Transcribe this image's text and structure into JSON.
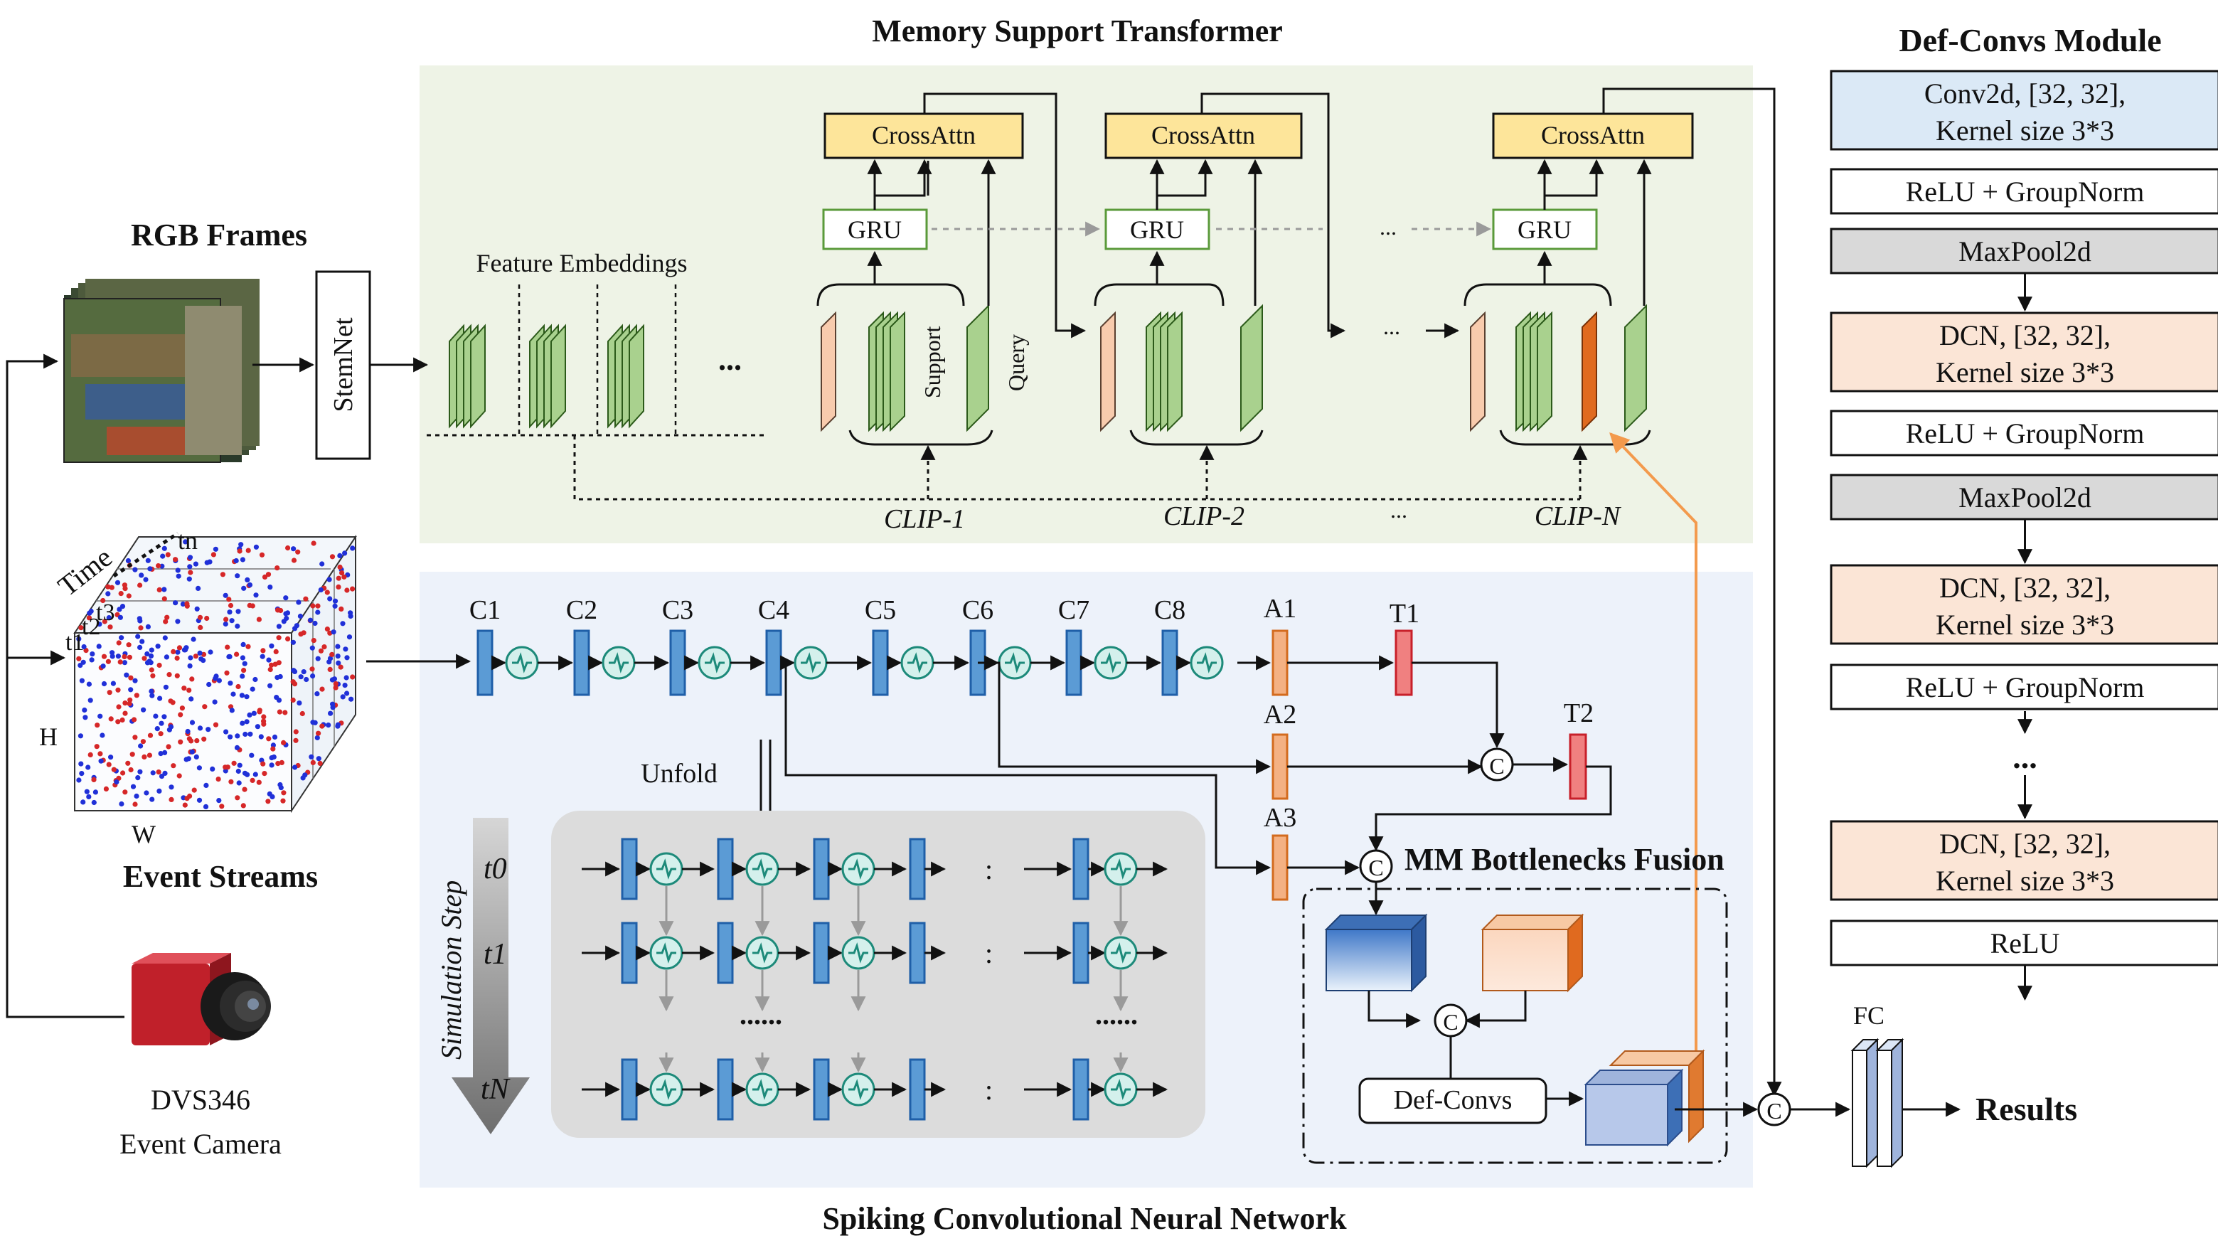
{
  "titles": {
    "mst": "Memory Support Transformer",
    "scnn": "Spiking Convolutional Neural Network",
    "defconvs_module": "Def-Convs Module",
    "mm_fusion": "MM Bottlenecks Fusion"
  },
  "inputs": {
    "rgb": "RGB Frames",
    "stemnet": "StemNet",
    "event_streams": "Event Streams",
    "camera_model": "DVS346",
    "camera_type": "Event Camera",
    "time": "Time",
    "t1": "t1",
    "t2": "t2",
    "t3": "t3",
    "tn": "tn",
    "h": "H",
    "w": "W"
  },
  "mst": {
    "feature_embeddings": "Feature Embeddings",
    "ellipsis": "...",
    "crossattn": "CrossAttn",
    "gru": "GRU",
    "support": "Support",
    "query": "Query",
    "clips": [
      "CLIP-1",
      "CLIP-2",
      "CLIP-N"
    ],
    "dots": "..."
  },
  "scnn": {
    "convs": [
      "C1",
      "C2",
      "C3",
      "C4",
      "C5",
      "C6",
      "C7",
      "C8"
    ],
    "adapters": [
      "A1",
      "A2",
      "A3"
    ],
    "transformers": [
      "T1",
      "T2"
    ],
    "unfold": "Unfold",
    "simulation_step": "Simulation Step",
    "steps": [
      "t0",
      "t1",
      "tN"
    ],
    "colon": ":",
    "dotrow": "......"
  },
  "fusion": {
    "defconvs": "Def-Convs",
    "concat": "C"
  },
  "output": {
    "fc": "FC",
    "results": "Results"
  },
  "defconvs_blocks": [
    {
      "l1": "Conv2d, [32, 32],",
      "l2": "Kernel size 3*3",
      "kind": "conv"
    },
    {
      "l1": "ReLU + GroupNorm",
      "kind": "plain"
    },
    {
      "l1": "MaxPool2d",
      "kind": "pool"
    },
    {
      "l1": "DCN, [32, 32],",
      "l2": "Kernel size 3*3",
      "kind": "dcn"
    },
    {
      "l1": "ReLU + GroupNorm",
      "kind": "plain"
    },
    {
      "l1": "MaxPool2d",
      "kind": "pool"
    },
    {
      "l1": "DCN, [32, 32],",
      "l2": "Kernel size 3*3",
      "kind": "dcn"
    },
    {
      "l1": "ReLU + GroupNorm",
      "kind": "plain"
    },
    {
      "l1": "...",
      "kind": "dots"
    },
    {
      "l1": "DCN, [32, 32],",
      "l2": "Kernel size 3*3",
      "kind": "dcn"
    },
    {
      "l1": "ReLU",
      "kind": "plain"
    }
  ],
  "colors": {
    "mst_bg": "#eef3e6",
    "scnn_bg": "#edf2fa",
    "unfold_bg": "#dcdcdc",
    "green": "#a9d18e",
    "green_dark": "#3a6b23",
    "peach": "#f8cbad",
    "orange": "#e06a1f",
    "crossattn": "#fde59a",
    "conv_blue": "#5b9bd5",
    "conv_blue_dark": "#1f5fa8",
    "spike_teal": "#d4f0ec",
    "spike_teal_dark": "#1d8a7a",
    "adapter_orange": "#f4b183",
    "transformer_red": "#f08080",
    "def_conv_blue": "#dbe9f6",
    "def_dcn_peach": "#fbe5d6",
    "def_pool_gray": "#d9d9d9",
    "accent_line": "#f39a4d"
  }
}
